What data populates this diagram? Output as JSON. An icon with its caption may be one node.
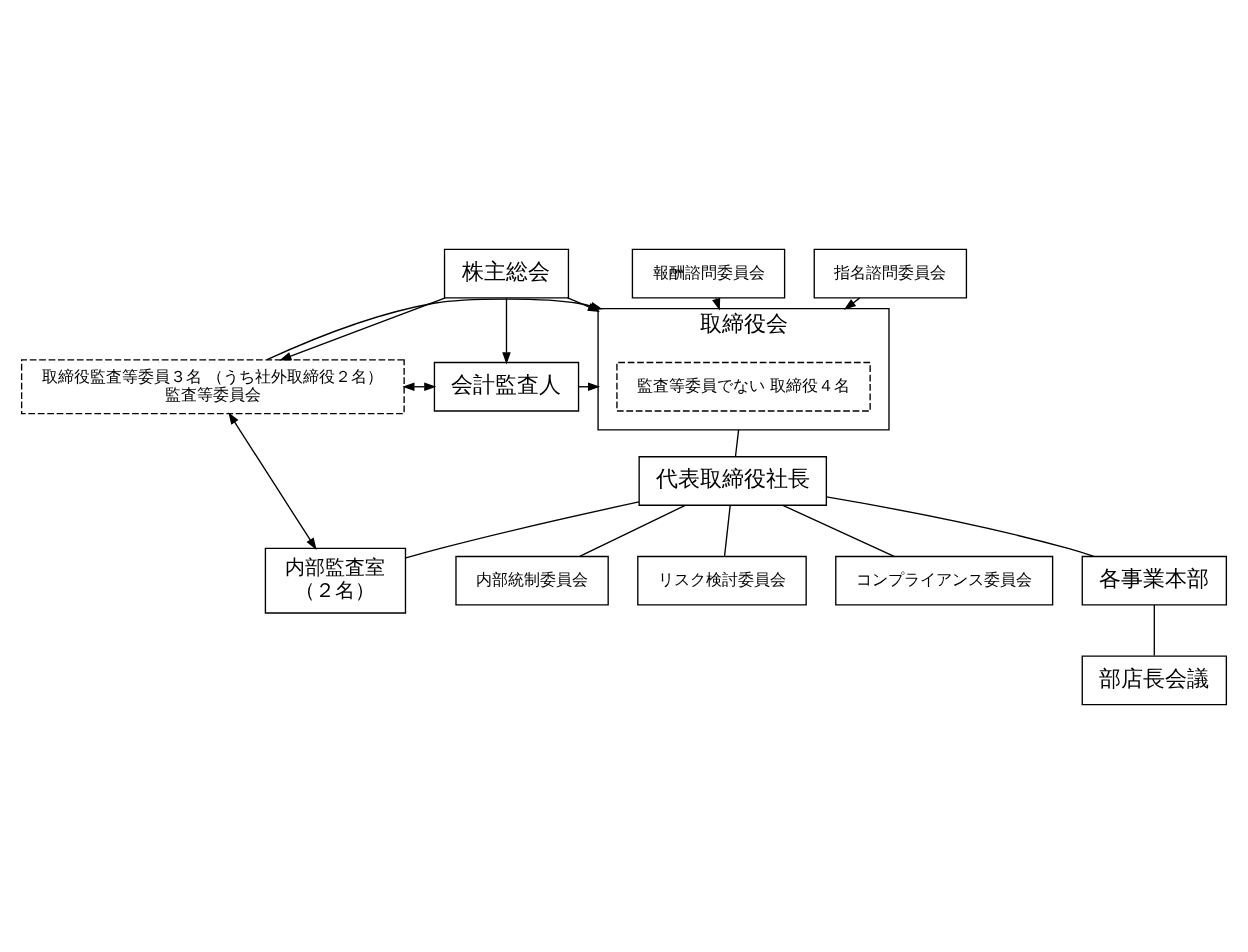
{
  "diagram": {
    "nodes": [
      {
        "text": [
          "株主総会"
        ]
      },
      {
        "text": [
          "取締役会"
        ]
      },
      {
        "text": [
          "監査等委員でない 取締役４名"
        ],
        "in": 1
      },
      {
        "text": [
          "取締役監査等委員３名 （うち社外取締役２名）",
          "監査等委員会"
        ]
      },
      {
        "text": [
          "会計監査人"
        ]
      },
      {
        "text": [
          "報酬諮問委員会"
        ]
      },
      {
        "text": [
          "指名諮問委員会"
        ]
      },
      {
        "text": [
          "代表取締役社長"
        ]
      },
      {
        "text": [
          "内部監査室",
          "（２名）"
        ]
      },
      {
        "text": [
          "内部統制委員会"
        ]
      },
      {
        "text": [
          "リスク検討委員会"
        ]
      },
      {
        "text": [
          "コンプライアンス委員会"
        ]
      },
      {
        "text": [
          "各事業本部"
        ]
      },
      {
        "text": [
          "部店長会議"
        ]
      }
    ],
    "edges": [
      {
        "from": 0,
        "to": 1,
        "arrow": "to"
      },
      {
        "from": 0,
        "to": 3,
        "arrow": "to"
      },
      {
        "from": 0,
        "to": 4,
        "arrow": "to"
      },
      {
        "from": 5,
        "to": 1,
        "arrow": "to"
      },
      {
        "from": 6,
        "to": 1,
        "arrow": "to"
      },
      {
        "from": 3,
        "to": 4,
        "arrow": "both"
      },
      {
        "from": 3,
        "to": 1,
        "arrow": "to"
      },
      {
        "from": 4,
        "to": 1,
        "arrow": "to"
      },
      {
        "from": 1,
        "to": 7,
        "arrow": "none"
      },
      {
        "from": 3,
        "to": 8,
        "arrow": "both"
      },
      {
        "from": 7,
        "to": 8,
        "arrow": "none"
      },
      {
        "from": 7,
        "to": 9,
        "arrow": "none"
      },
      {
        "from": 7,
        "to": 10,
        "arrow": "none"
      },
      {
        "from": 7,
        "to": 11,
        "arrow": "none"
      },
      {
        "from": 7,
        "to": 12,
        "arrow": "none"
      },
      {
        "from": 12,
        "to": 13,
        "arrow": "none"
      }
    ]
  }
}
